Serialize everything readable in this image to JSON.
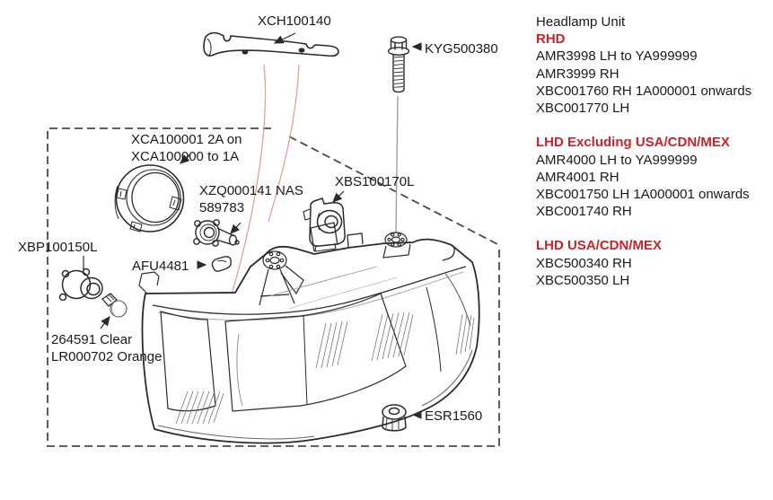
{
  "diagram": {
    "labels": {
      "xch100140": "XCH100140",
      "kyg500380": "KYG500380",
      "xca_line1": "XCA100001 2A on",
      "xca_line2": "XCA100000 to 1A",
      "xzq_line1": "XZQ000141 NAS",
      "xzq_line2": "589783",
      "xbs100170l": "XBS100170L",
      "xbp100150l": "XBP100150L",
      "afu4481": "AFU4481",
      "bulb_line1": "264591 Clear",
      "bulb_line2": "LR000702 Orange",
      "esr1560": "ESR1560"
    }
  },
  "parts_list": {
    "title": "Headlamp Unit",
    "sections": [
      {
        "heading": "RHD",
        "items": [
          "AMR3998 LH to YA999999",
          "AMR3999 RH",
          "XBC001760 RH 1A000001 onwards",
          "XBC001770 LH"
        ]
      },
      {
        "heading": "LHD Excluding USA/CDN/MEX",
        "items": [
          "AMR4000 LH to YA999999",
          "AMR4001 RH",
          "XBC001750 LH 1A000001 onwards",
          "XBC001740 RH"
        ]
      },
      {
        "heading": "LHD USA/CDN/MEX",
        "items": [
          "XBC500340 RH",
          "XBC500350 LH"
        ]
      }
    ]
  },
  "colors": {
    "section_heading_red": "#c8232b",
    "leader_line_red": "#e2a39b",
    "diagram_line": "#2b2b2b",
    "dashed_border": "#4a4a4a",
    "text": "#1a1a1a",
    "background": "#ffffff"
  }
}
